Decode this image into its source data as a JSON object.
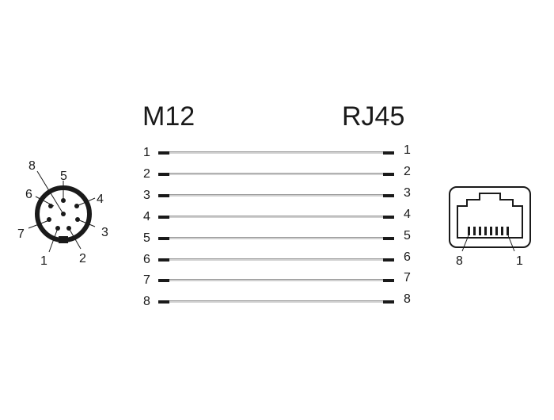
{
  "titles": {
    "left": "M12",
    "right": "RJ45"
  },
  "wires": [
    {
      "left_pin": "1",
      "right_pin": "1"
    },
    {
      "left_pin": "2",
      "right_pin": "2"
    },
    {
      "left_pin": "3",
      "right_pin": "3"
    },
    {
      "left_pin": "4",
      "right_pin": "4"
    },
    {
      "left_pin": "5",
      "right_pin": "5"
    },
    {
      "left_pin": "6",
      "right_pin": "6"
    },
    {
      "left_pin": "7",
      "right_pin": "7"
    },
    {
      "left_pin": "8",
      "right_pin": "8"
    }
  ],
  "m12_connector": {
    "pin_labels": [
      "1",
      "2",
      "3",
      "4",
      "5",
      "6",
      "7",
      "8"
    ]
  },
  "rj45_connector": {
    "pin_labels": {
      "left": "8",
      "right": "1"
    }
  },
  "colors": {
    "line": "#1a1a1a",
    "wire": "#d0d0d0",
    "wire_edge": "#9a9a9a"
  }
}
